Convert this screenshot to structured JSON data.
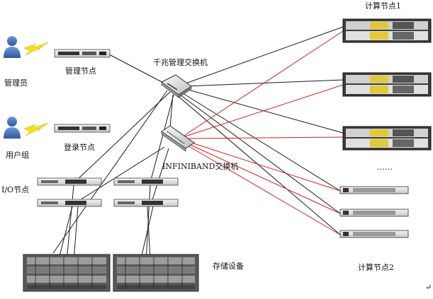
{
  "labels": {
    "admin": "管理员",
    "mgmt_node": "管理节点",
    "user_group": "用户组",
    "login_node": "登录节点",
    "gig_switch": "千兆管理交换机",
    "ib_switch": "INFINIBAND交换机",
    "io_node": "I/O节点",
    "storage": "存储设备",
    "compute1": "计算节点1",
    "compute2": "计算节点2",
    "ellipsis": "……",
    "corner_mark": "↵"
  },
  "colors": {
    "ethernet_link": "#1a1a1a",
    "infiniband_link": "#d42020",
    "lightning": "#f3e020",
    "user_icon": "#3c69b4"
  }
}
